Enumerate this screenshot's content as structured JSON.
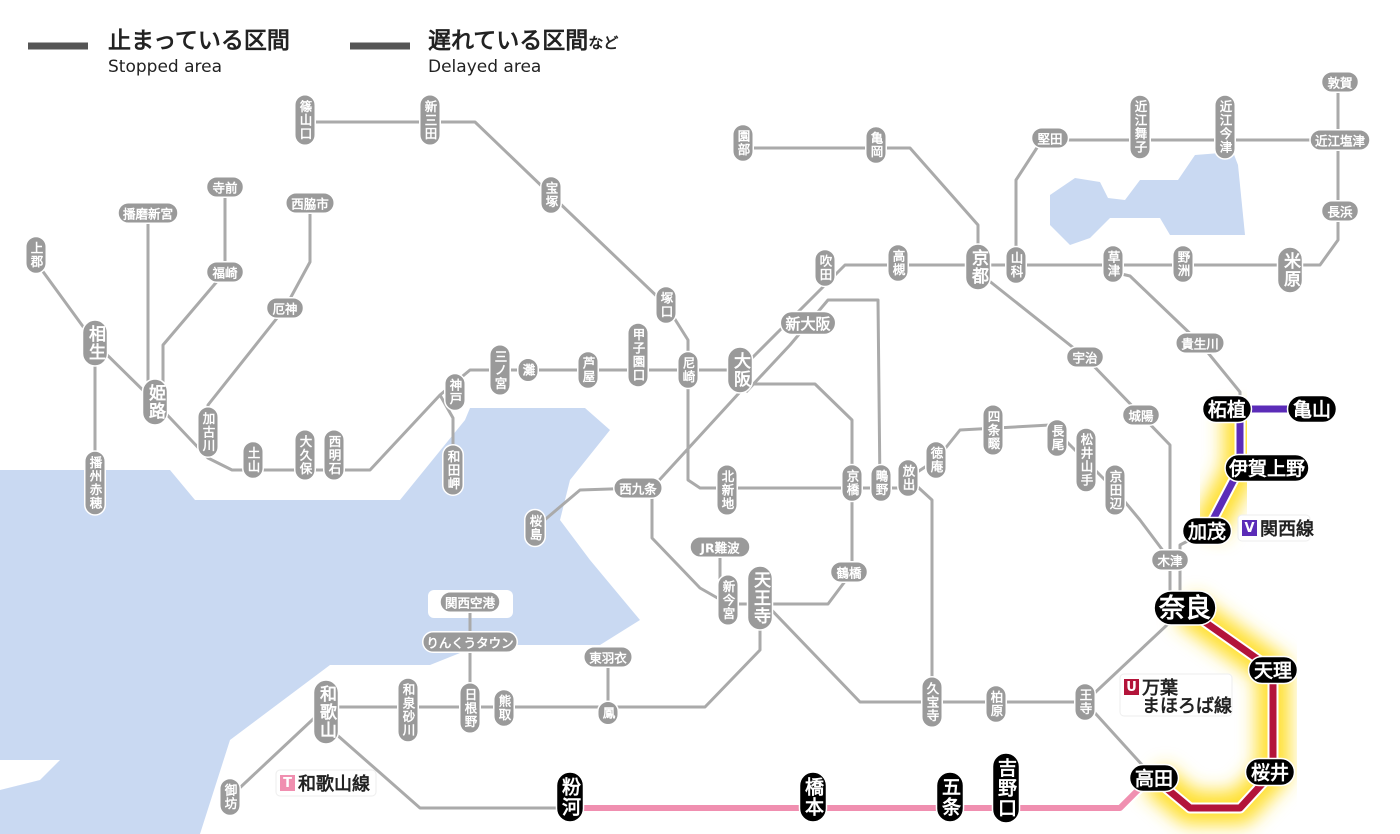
{
  "legend": {
    "stopped": {
      "title": "止まっている区間",
      "subtitle": "Stopped area"
    },
    "delayed": {
      "title": "遅れている区間",
      "suffix": "など",
      "subtitle": "Delayed area"
    }
  },
  "colors": {
    "normal_line": "#aaaaaa",
    "station_gray": "#9a9a9a",
    "stopped_line": "#555555",
    "delay_glow": "#ffe033",
    "water": "#c9d9f2",
    "wakayama_line": "#f08fb0",
    "kansai_line": "#5b2cb8",
    "manyo_line": "#b3143a"
  },
  "stations": {
    "gray": [
      "篠山口",
      "新三田",
      "宝塚",
      "塚口",
      "尼崎",
      "甲子園口",
      "芦屋",
      "灘",
      "三ノ宮",
      "神戸",
      "和田岬",
      "西明石",
      "大久保",
      "土山",
      "加古川",
      "姫路",
      "相生",
      "上郡",
      "播州赤穂",
      "播磨新宮",
      "寺前",
      "福崎",
      "西脇市",
      "厄神",
      "大阪",
      "新大阪",
      "吹田",
      "高槻",
      "京都",
      "山科",
      "園部",
      "亀岡",
      "堅田",
      "近江舞子",
      "近江今津",
      "近江塩津",
      "敦賀",
      "長浜",
      "米原",
      "野洲",
      "草津",
      "貴生川",
      "宇治",
      "城陽",
      "京田辺",
      "松井山手",
      "長尾",
      "四条畷",
      "徳庵",
      "放出",
      "鴫野",
      "京橋",
      "北新地",
      "西九条",
      "桜島",
      "JR難波",
      "新今宮",
      "天王寺",
      "鶴橋",
      "関西空港",
      "りんくうタウン",
      "東羽衣",
      "鳳",
      "熊取",
      "日根野",
      "和泉砂川",
      "和歌山",
      "御坊",
      "久宝寺",
      "柏原",
      "王寺",
      "木津"
    ],
    "delayed": [
      "粉河",
      "橋本",
      "五条",
      "吉野口",
      "高田",
      "桜井",
      "天理",
      "奈良",
      "加茂",
      "伊賀上野",
      "柘植",
      "亀山"
    ]
  },
  "line_labels": [
    {
      "badge": "T",
      "name": "和歌山線",
      "color": "#f08fb0"
    },
    {
      "badge": "V",
      "name": "関西線",
      "color": "#5b2cb8"
    },
    {
      "badge": "U",
      "name": "万葉",
      "name2": "まほろば線",
      "color": "#b3143a"
    }
  ]
}
